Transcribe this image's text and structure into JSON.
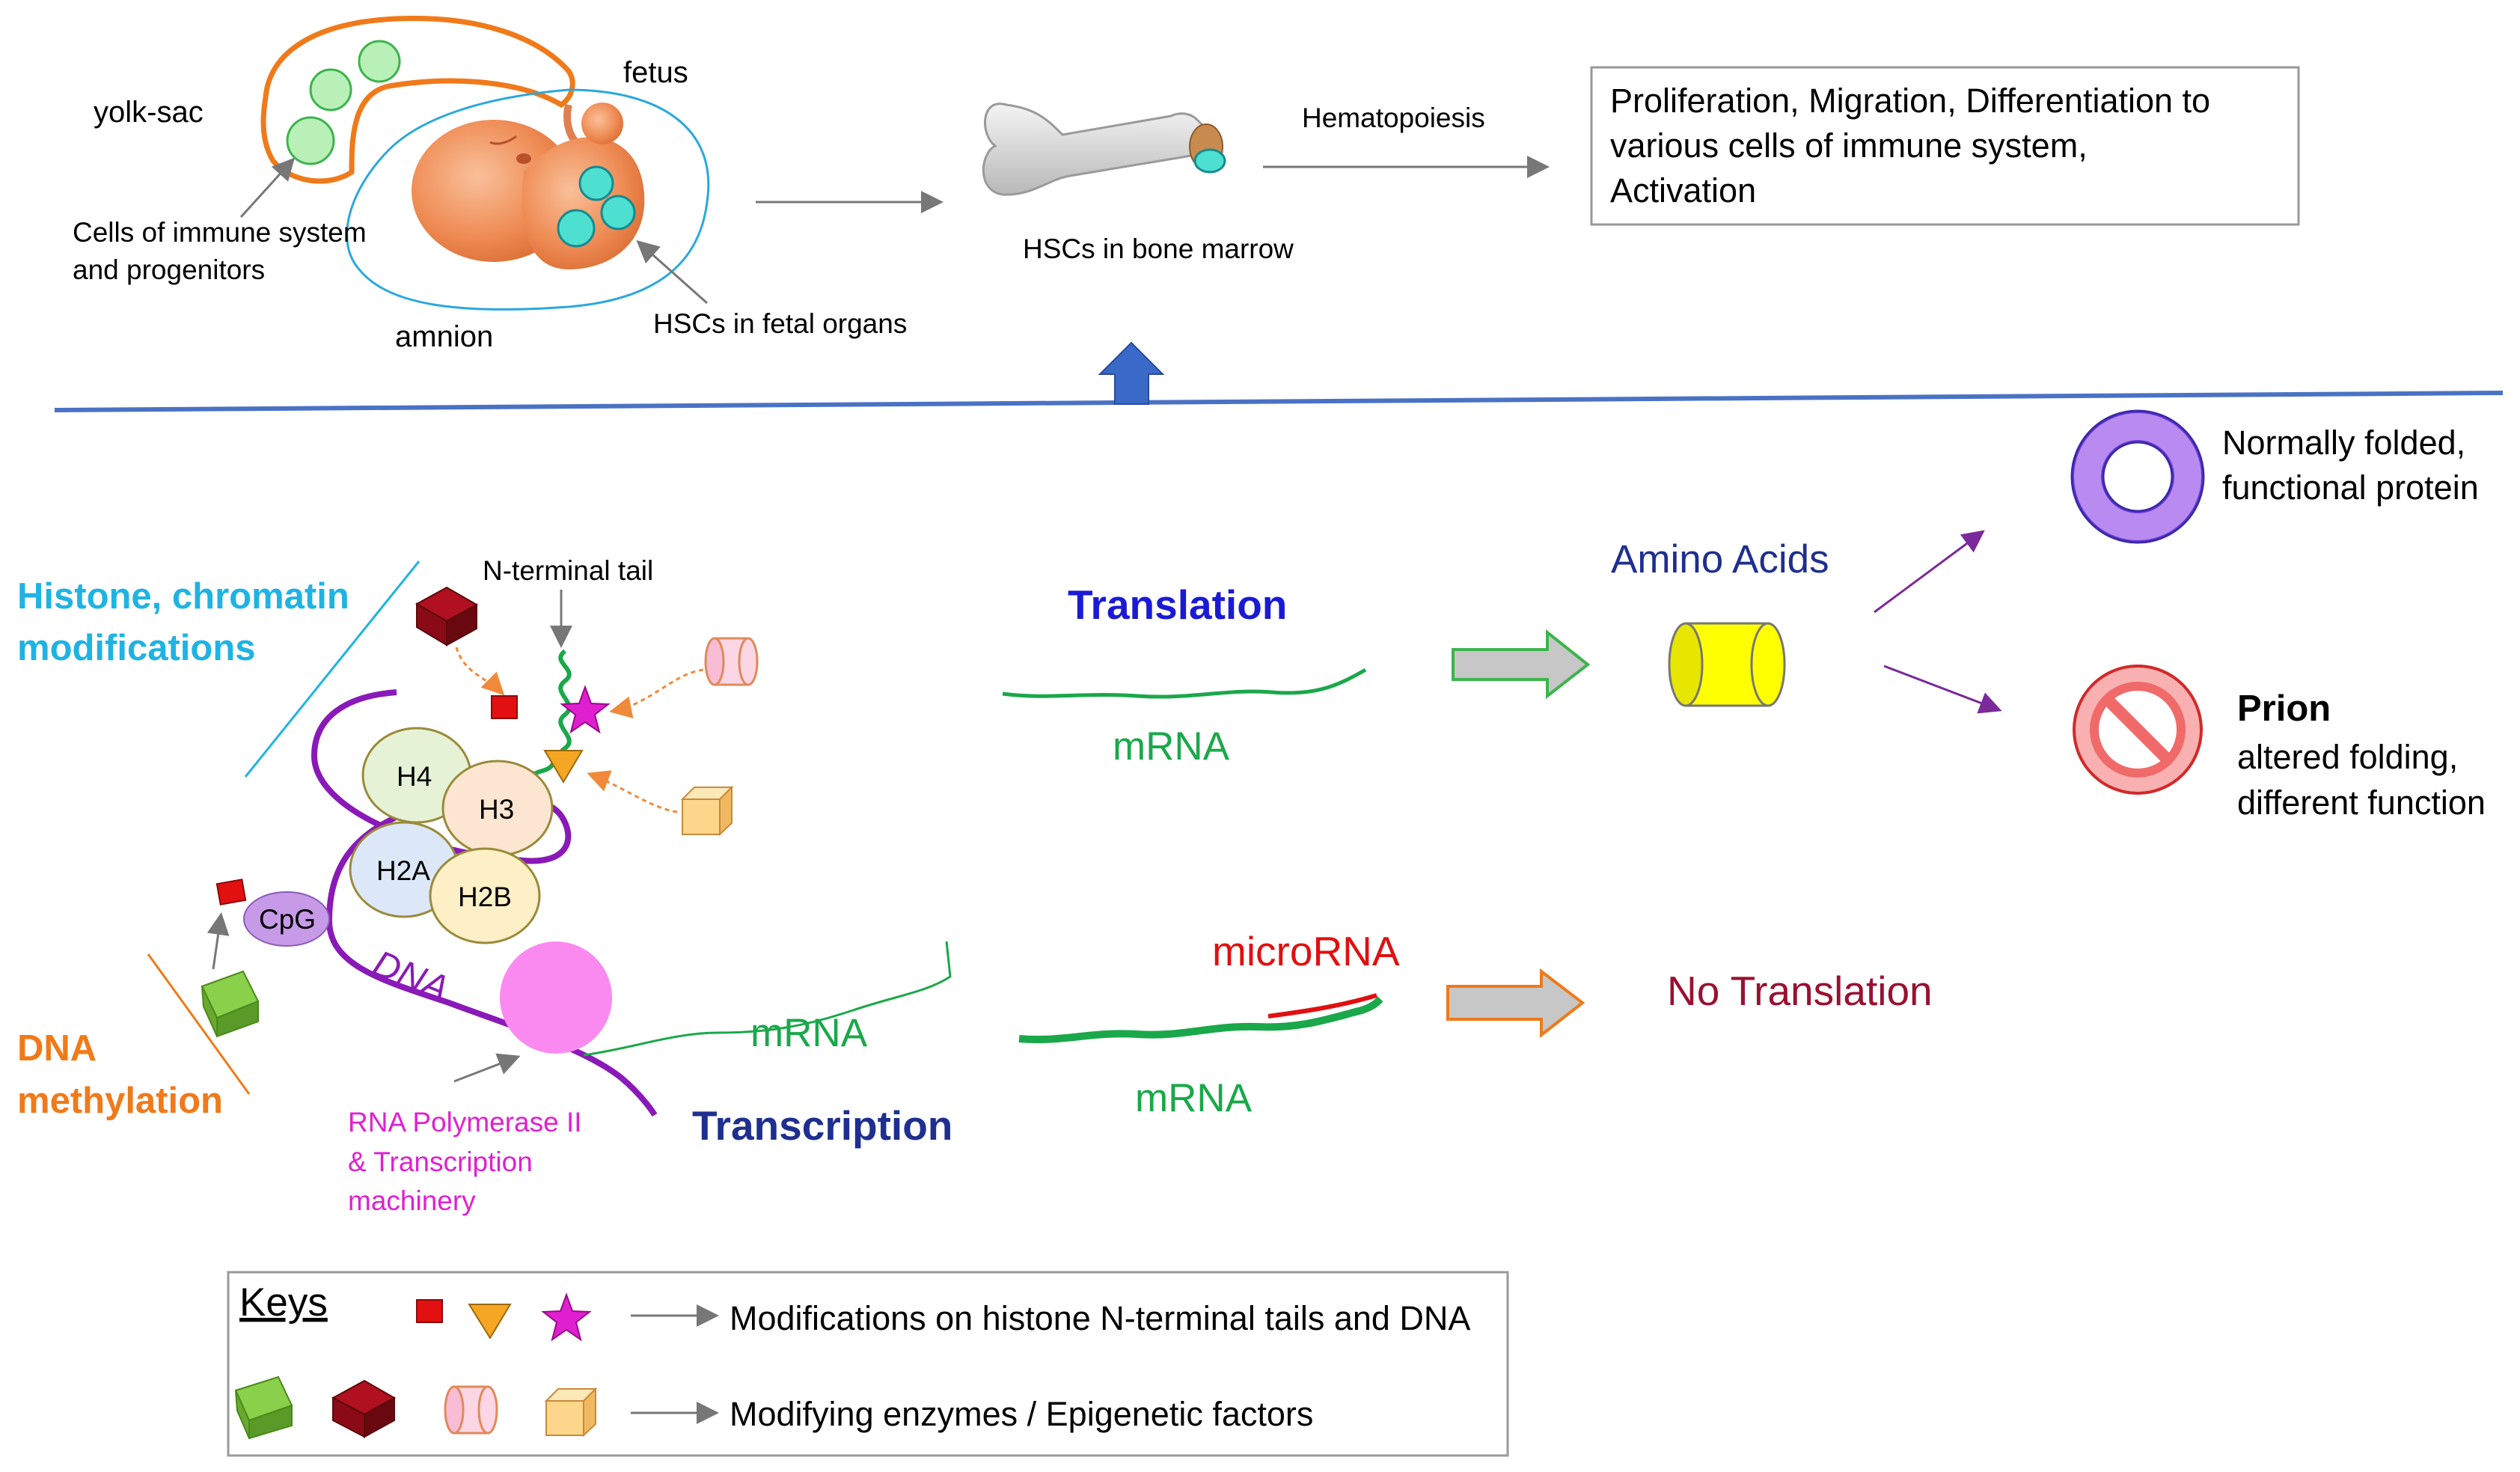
{
  "fetal": {
    "yolk_sac": "yolk-sac",
    "fetus": "fetus",
    "amnion": "amnion",
    "cells_line1": "Cells of immune system",
    "cells_line2": "and progenitors",
    "hscs_fetal": "HSCs in fetal organs"
  },
  "marrow": {
    "hematopoiesis": "Hematopoiesis",
    "hscs_bone": "HSCs in bone marrow"
  },
  "outcome_box": {
    "line1": "Proliferation, Migration, Differentiation to",
    "line2": "various cells of immune system,",
    "line3": "Activation"
  },
  "epigenetics": {
    "histone_line1": "Histone, chromatin",
    "histone_line2": "modifications",
    "n_terminal_tail": "N-terminal tail",
    "h4": "H4",
    "h3": "H3",
    "h2a": "H2A",
    "h2b": "H2B",
    "cpg": "CpG",
    "dna": "DNA",
    "dna_methylation_line1": "DNA",
    "dna_methylation_line2": "methylation",
    "polymerase_line1": "RNA Polymerase II",
    "polymerase_line2": "& Transcription",
    "polymerase_line3": "machinery",
    "mrna_transcribed": "mRNA",
    "transcription": "Transcription"
  },
  "translation": {
    "title": "Translation",
    "mrna": "mRNA",
    "amino_acids": "Amino Acids"
  },
  "proteins": {
    "normal_line1": "Normally folded,",
    "normal_line2": "functional protein",
    "prion_title": "Prion",
    "prion_line1": "altered folding,",
    "prion_line2": "different function"
  },
  "microrna": {
    "label": "microRNA",
    "mrna": "mRNA",
    "no_translation": "No Translation"
  },
  "keys": {
    "title": "Keys",
    "row1": "Modifications on histone N-terminal tails and DNA",
    "row2": "Modifying enzymes / Epigenetic factors"
  },
  "colors": {
    "cyan_label": "#1fb3e3",
    "orange_label": "#f07a1a",
    "dark_blue": "#1f2f8f",
    "blue_title": "#1a1ad6",
    "green_rna": "#1aa84a",
    "red_micro": "#e01010",
    "dark_red": "#9a1030",
    "magenta": "#e020d0",
    "purple_dna": "#8a1ab8"
  }
}
